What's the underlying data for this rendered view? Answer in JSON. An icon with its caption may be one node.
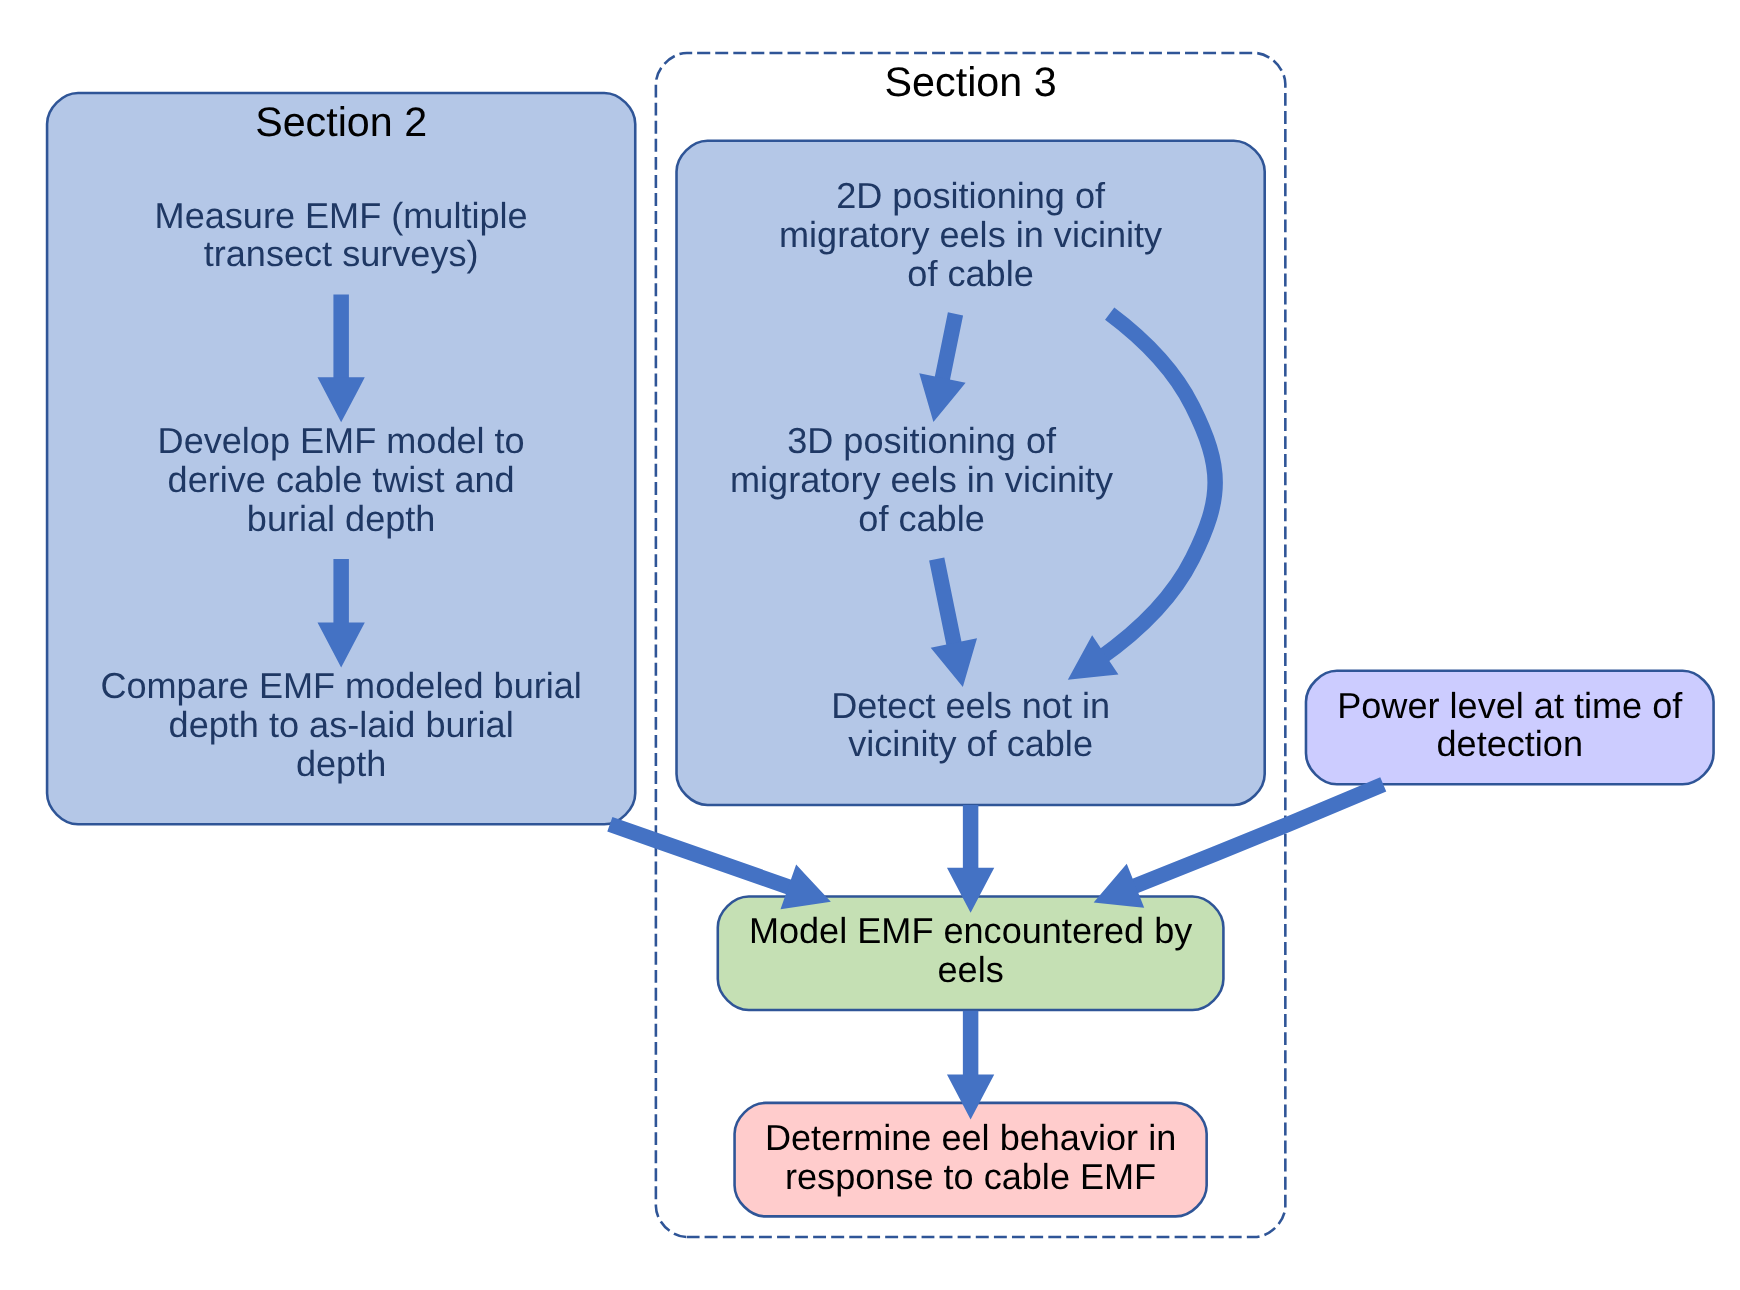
{
  "diagram": {
    "nodes": [
      {
        "text": [
          "Section 2"
        ]
      },
      {
        "text": [
          "Measure EMF (multiple transect surveys)"
        ],
        "in": 0
      },
      {
        "text": [
          "Develop EMF model to derive cable twist and burial depth"
        ],
        "in": 0
      },
      {
        "text": [
          "Compare EMF modeled burial depth to as-laid burial depth"
        ],
        "in": 0
      },
      {
        "text": [
          "Section 3"
        ]
      },
      {
        "text": [],
        "shape": "box",
        "in": 4
      },
      {
        "text": [
          "2D positioning of migratory eels in vicinity of cable"
        ],
        "in": 5
      },
      {
        "text": [
          "3D positioning of migratory eels in vicinity of cable"
        ],
        "in": 5
      },
      {
        "text": [
          "Detect eels not in vicinity of cable"
        ],
        "in": 5
      },
      {
        "text": [
          "Model EMF encountered by eels"
        ],
        "in": 4
      },
      {
        "text": [
          "Power level at time of detection"
        ]
      },
      {
        "text": [
          "Determine eel behavior in response to cable EMF"
        ],
        "in": 4
      }
    ],
    "edges": [
      {
        "from": 1,
        "to": 2,
        "arrow": "to"
      },
      {
        "from": 2,
        "to": 3,
        "arrow": "to"
      },
      {
        "from": 6,
        "to": 7,
        "arrow": "to"
      },
      {
        "from": 6,
        "to": 8,
        "arrow": "to"
      },
      {
        "from": 7,
        "to": 8,
        "arrow": "to"
      },
      {
        "from": 5,
        "to": 9,
        "arrow": "to"
      },
      {
        "from": 0,
        "to": 9,
        "arrow": "to"
      },
      {
        "from": 10,
        "to": 9,
        "arrow": "to"
      },
      {
        "from": 9,
        "to": 11,
        "arrow": "to"
      }
    ]
  }
}
